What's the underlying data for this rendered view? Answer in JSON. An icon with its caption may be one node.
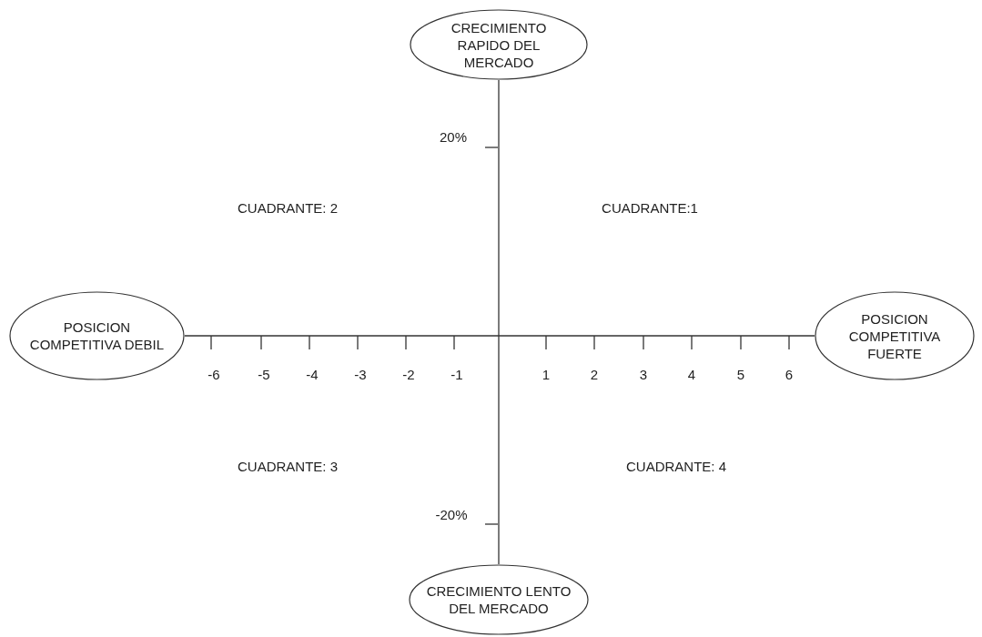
{
  "diagram": {
    "nodes": [
      {
        "text": [
          "CRECIMIENTO RAPIDO DEL MERCADO"
        ]
      },
      {
        "text": [
          "POSICION COMPETITIVA DEBIL"
        ]
      },
      {
        "text": [
          "POSICION COMPETITIVA FUERTE"
        ]
      },
      {
        "text": [
          "CRECIMIENTO LENTO DEL MERCADO"
        ]
      }
    ],
    "edges": [
      {
        "from": 0,
        "to": 3,
        "arrow": "none"
      },
      {
        "from": 1,
        "to": 2,
        "arrow": "none"
      }
    ],
    "labels": [
      "20%",
      "CUADRANTE: 2",
      "CUADRANTE:1",
      "-6",
      "-5",
      "-4",
      "-3",
      "-2",
      "-1",
      "1",
      "2",
      "3",
      "4",
      "5",
      "6",
      "CUADRANTE: 3",
      "CUADRANTE: 4",
      "-20%"
    ]
  }
}
